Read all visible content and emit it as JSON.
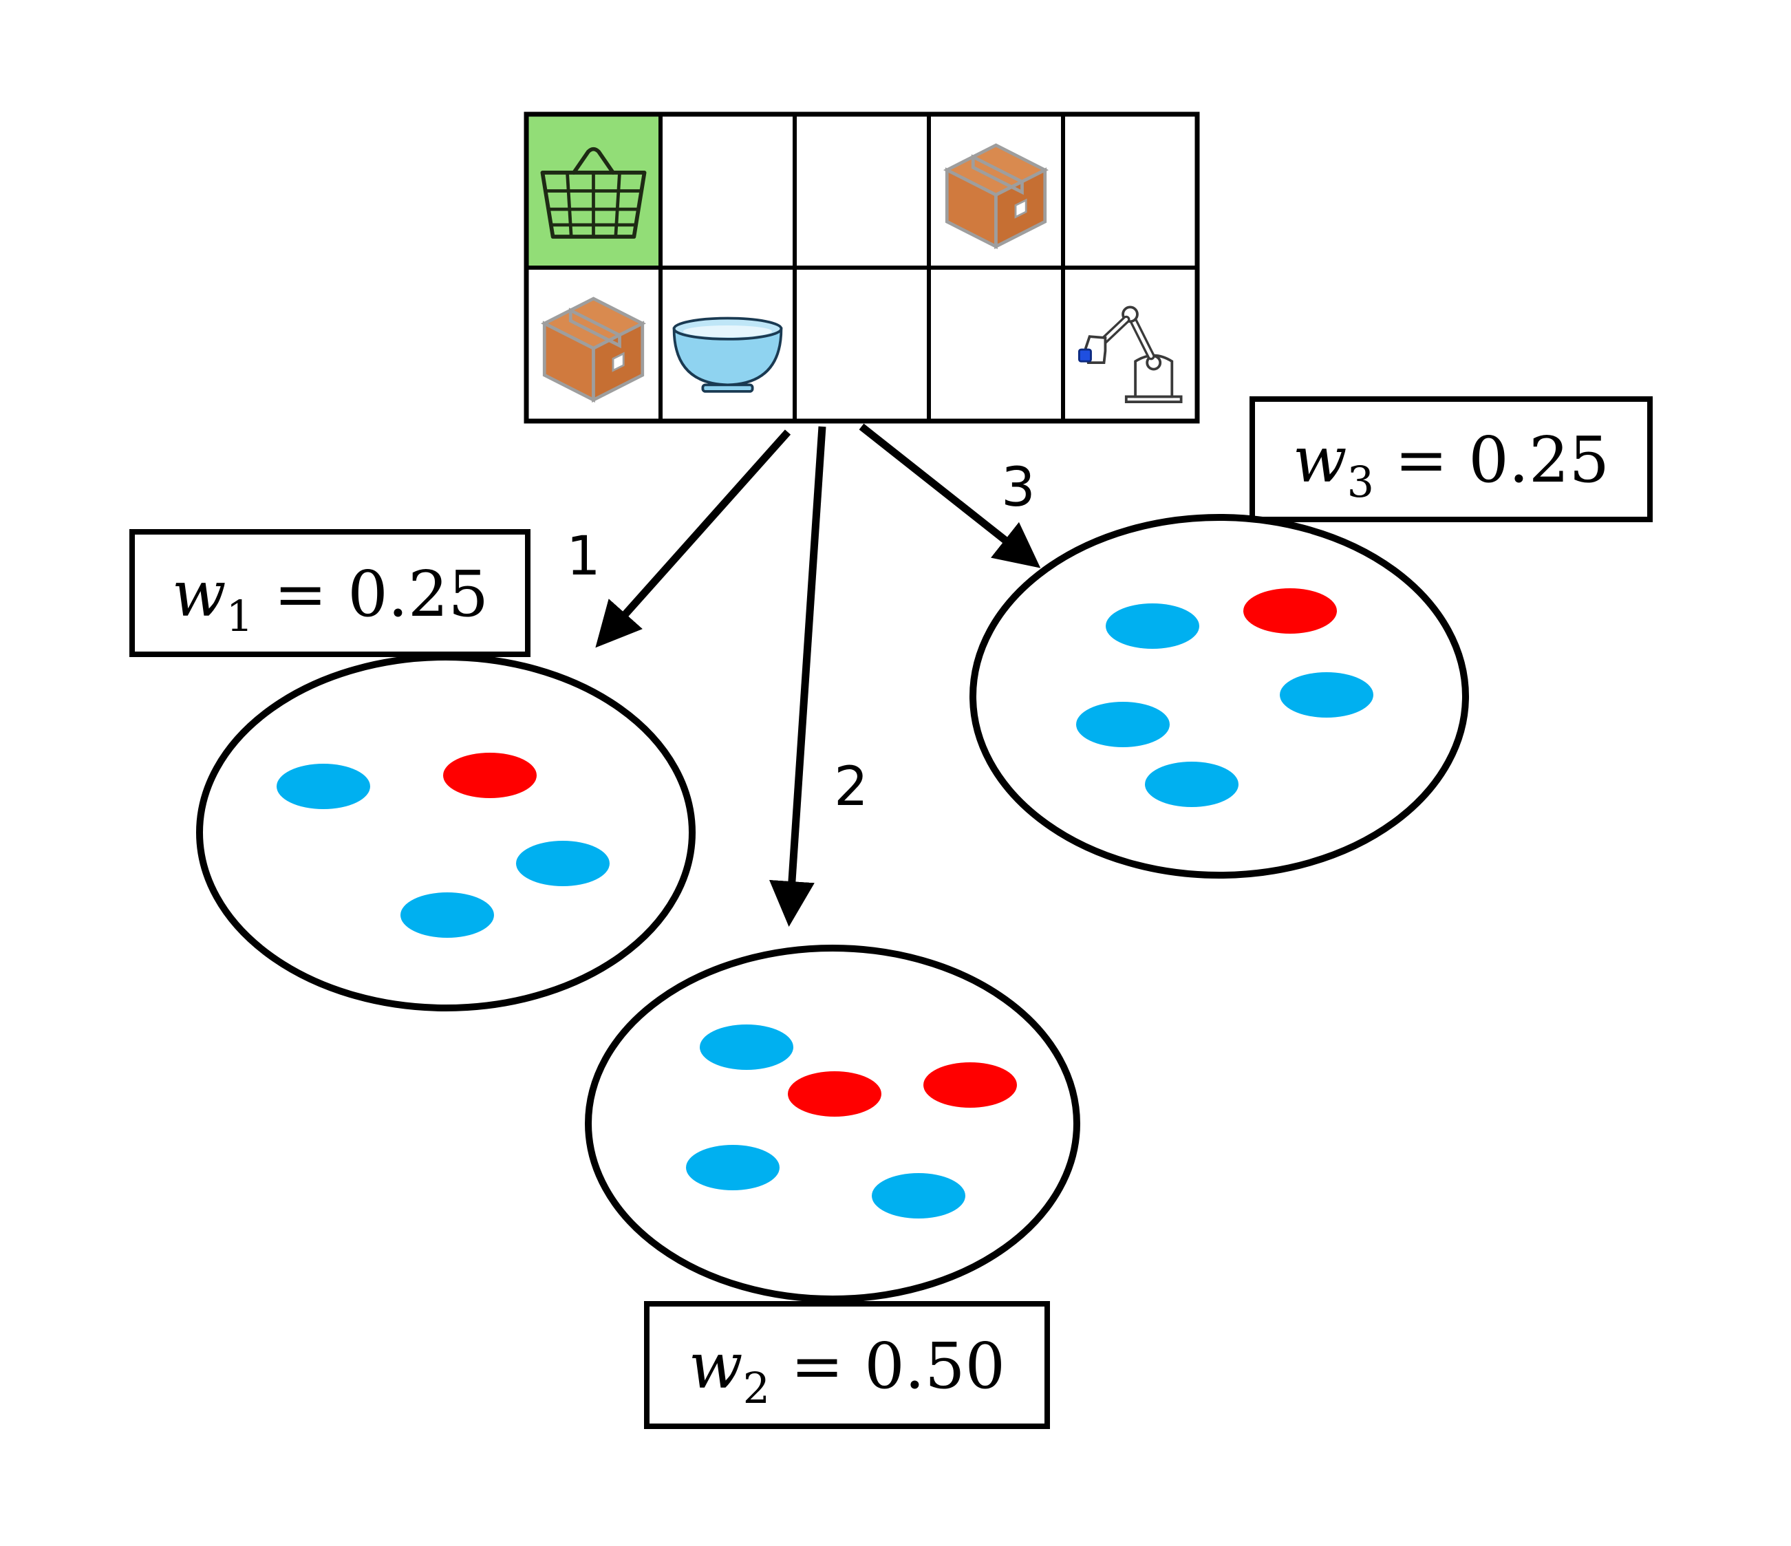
{
  "grid": {
    "rows": 2,
    "cols": 5,
    "cells": [
      {
        "row": 0,
        "col": 0,
        "item": "basket-icon",
        "highlight": "#92DD77"
      },
      {
        "row": 0,
        "col": 3,
        "item": "box-icon"
      },
      {
        "row": 1,
        "col": 0,
        "item": "box-icon"
      },
      {
        "row": 1,
        "col": 1,
        "item": "bowl-icon"
      },
      {
        "row": 1,
        "col": 4,
        "item": "robot-arm-icon"
      }
    ]
  },
  "branches": [
    {
      "arrow_label": "1",
      "weight_symbol": "w",
      "weight_index": "1",
      "weight_equals": "=",
      "weight_value": "0.25",
      "dots": [
        "blue",
        "red",
        "blue",
        "blue"
      ]
    },
    {
      "arrow_label": "2",
      "weight_symbol": "w",
      "weight_index": "2",
      "weight_equals": "=",
      "weight_value": "0.50",
      "dots": [
        "blue",
        "red",
        "red",
        "blue",
        "blue"
      ]
    },
    {
      "arrow_label": "3",
      "weight_symbol": "w",
      "weight_index": "3",
      "weight_equals": "=",
      "weight_value": "0.25",
      "dots": [
        "blue",
        "red",
        "blue",
        "blue",
        "blue"
      ]
    }
  ],
  "colors": {
    "blue": "#00B0F0",
    "red": "#FF0000",
    "box": "#D07A3E",
    "bowl": "#8FD3F0",
    "basket_stroke": "#1E2A14"
  }
}
